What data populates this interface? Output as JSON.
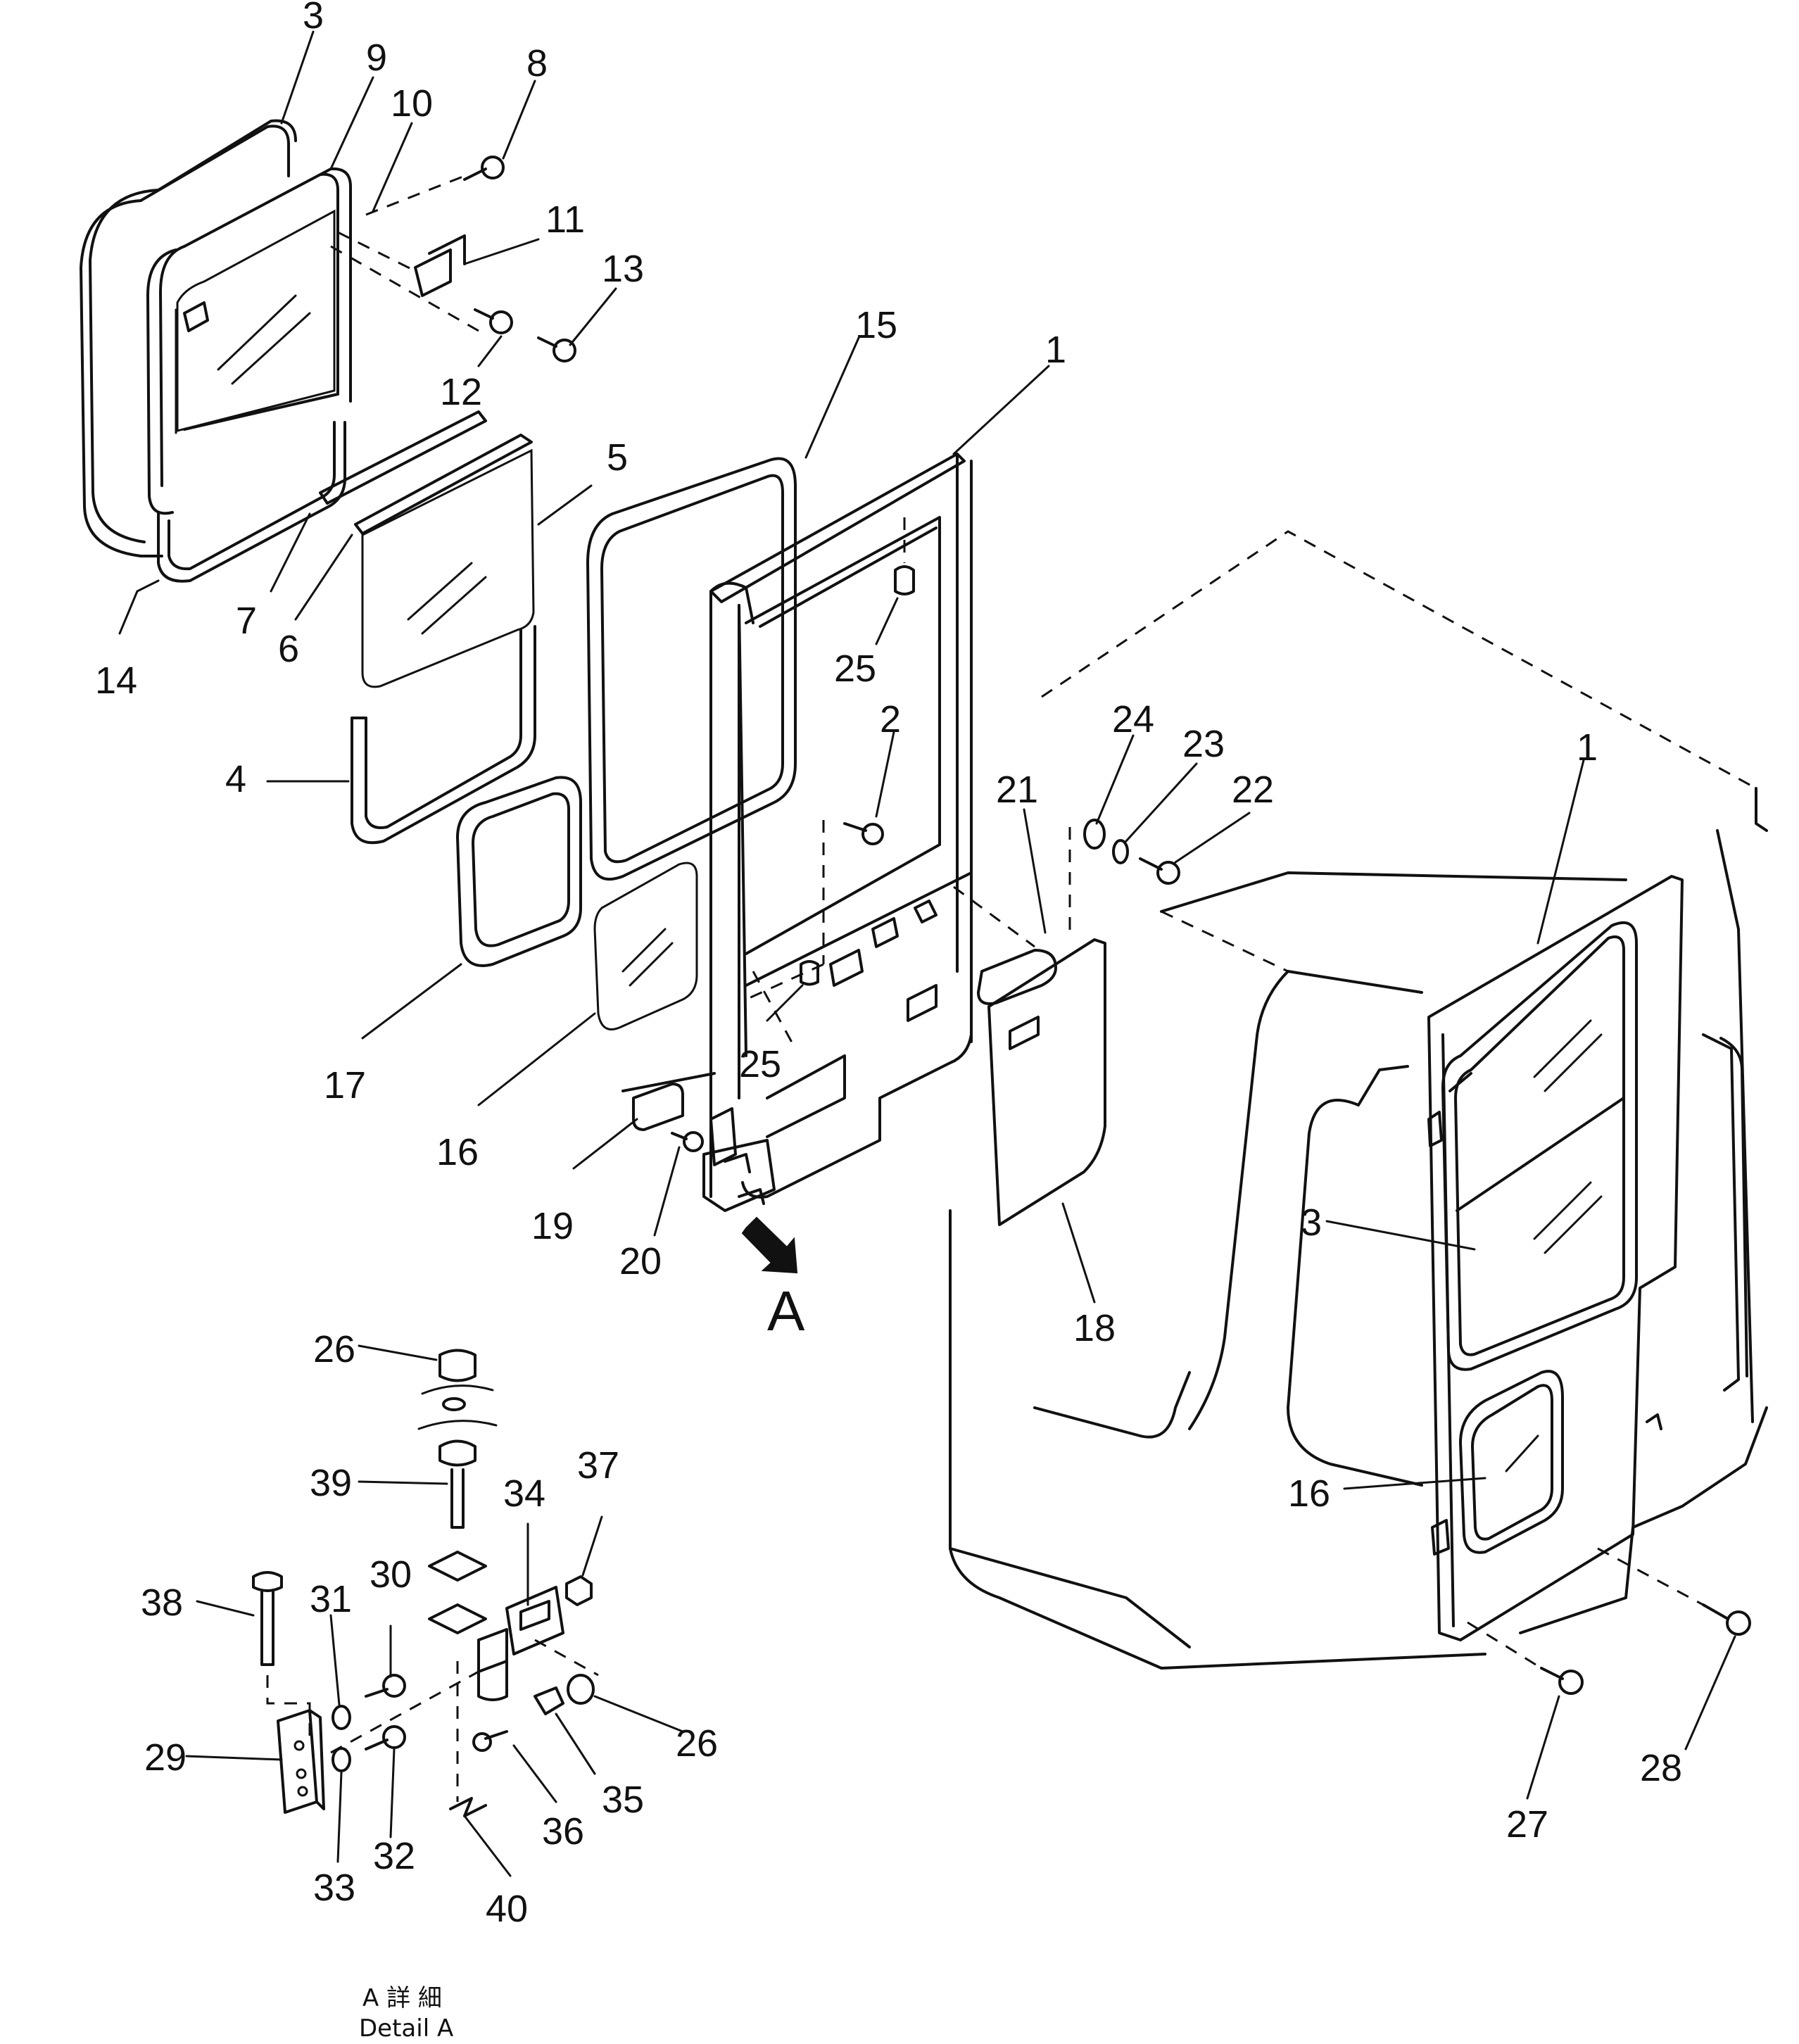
{
  "view_arrow_label": "A",
  "caption": {
    "line1": "A 詳 細",
    "line2": "Detail A"
  },
  "callouts": {
    "c1": "1",
    "c1b": "1",
    "c2": "2",
    "c3": "3",
    "c3b": "3",
    "c4": "4",
    "c5": "5",
    "c6": "6",
    "c7": "7",
    "c8": "8",
    "c9": "9",
    "c10": "10",
    "c11": "11",
    "c12": "12",
    "c13": "13",
    "c14": "14",
    "c15": "15",
    "c16": "16",
    "c16b": "16",
    "c17": "17",
    "c18": "18",
    "c19": "19",
    "c20": "20",
    "c21": "21",
    "c22": "22",
    "c23": "23",
    "c24": "24",
    "c25a": "25",
    "c25b": "25",
    "c26a": "26",
    "c26b": "26",
    "c27": "27",
    "c28": "28",
    "c29": "29",
    "c30": "30",
    "c31": "31",
    "c32": "32",
    "c33": "33",
    "c34": "34",
    "c35": "35",
    "c36": "36",
    "c37": "37",
    "c38": "38",
    "c39": "39",
    "c40": "40"
  }
}
